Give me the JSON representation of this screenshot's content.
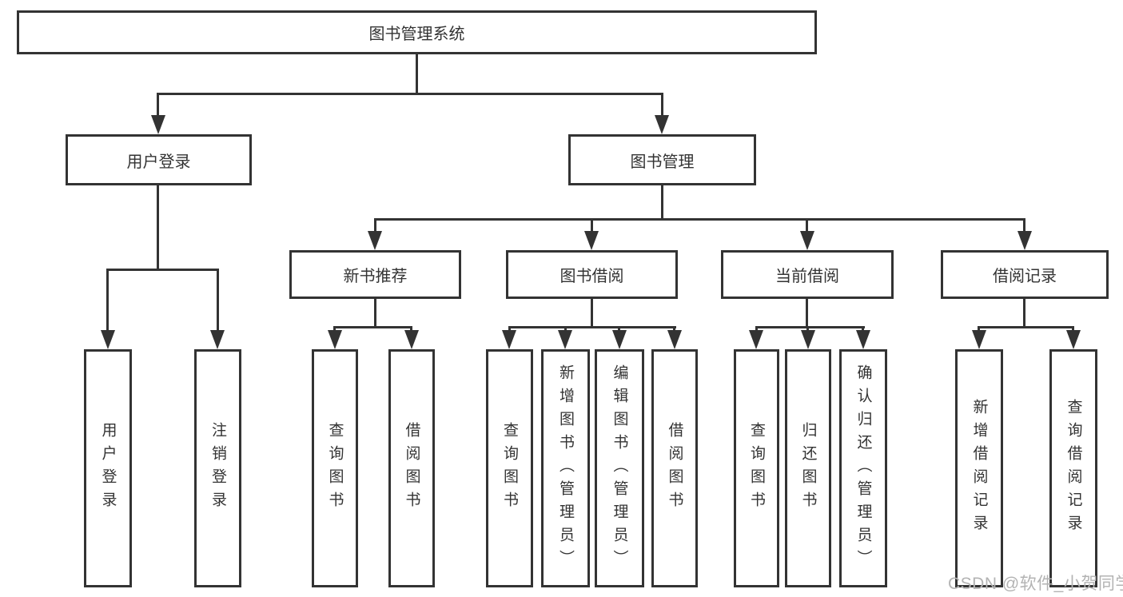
{
  "watermark": "CSDN @软件_小贺同学",
  "colors": {
    "line": "#333333",
    "text": "#333333",
    "background": "#ffffff",
    "watermark": "#b3b3b3"
  },
  "tree": {
    "root": "图书管理系统",
    "branches": [
      {
        "label": "用户登录",
        "children": [
          {
            "label": "用户登录"
          },
          {
            "label": "注销登录"
          }
        ]
      },
      {
        "label": "图书管理",
        "children": [
          {
            "label": "新书推荐",
            "children": [
              {
                "label": "查询图书"
              },
              {
                "label": "借阅图书"
              }
            ]
          },
          {
            "label": "图书借阅",
            "children": [
              {
                "label": "查询图书"
              },
              {
                "label": "新增图书（管理员）"
              },
              {
                "label": "编辑图书（管理员）"
              },
              {
                "label": "借阅图书"
              }
            ]
          },
          {
            "label": "当前借阅",
            "children": [
              {
                "label": "查询图书"
              },
              {
                "label": "归还图书"
              },
              {
                "label": "确认归还（管理员）"
              }
            ]
          },
          {
            "label": "借阅记录",
            "children": [
              {
                "label": "新增借阅记录"
              },
              {
                "label": "查询借阅记录"
              }
            ]
          }
        ]
      }
    ]
  }
}
